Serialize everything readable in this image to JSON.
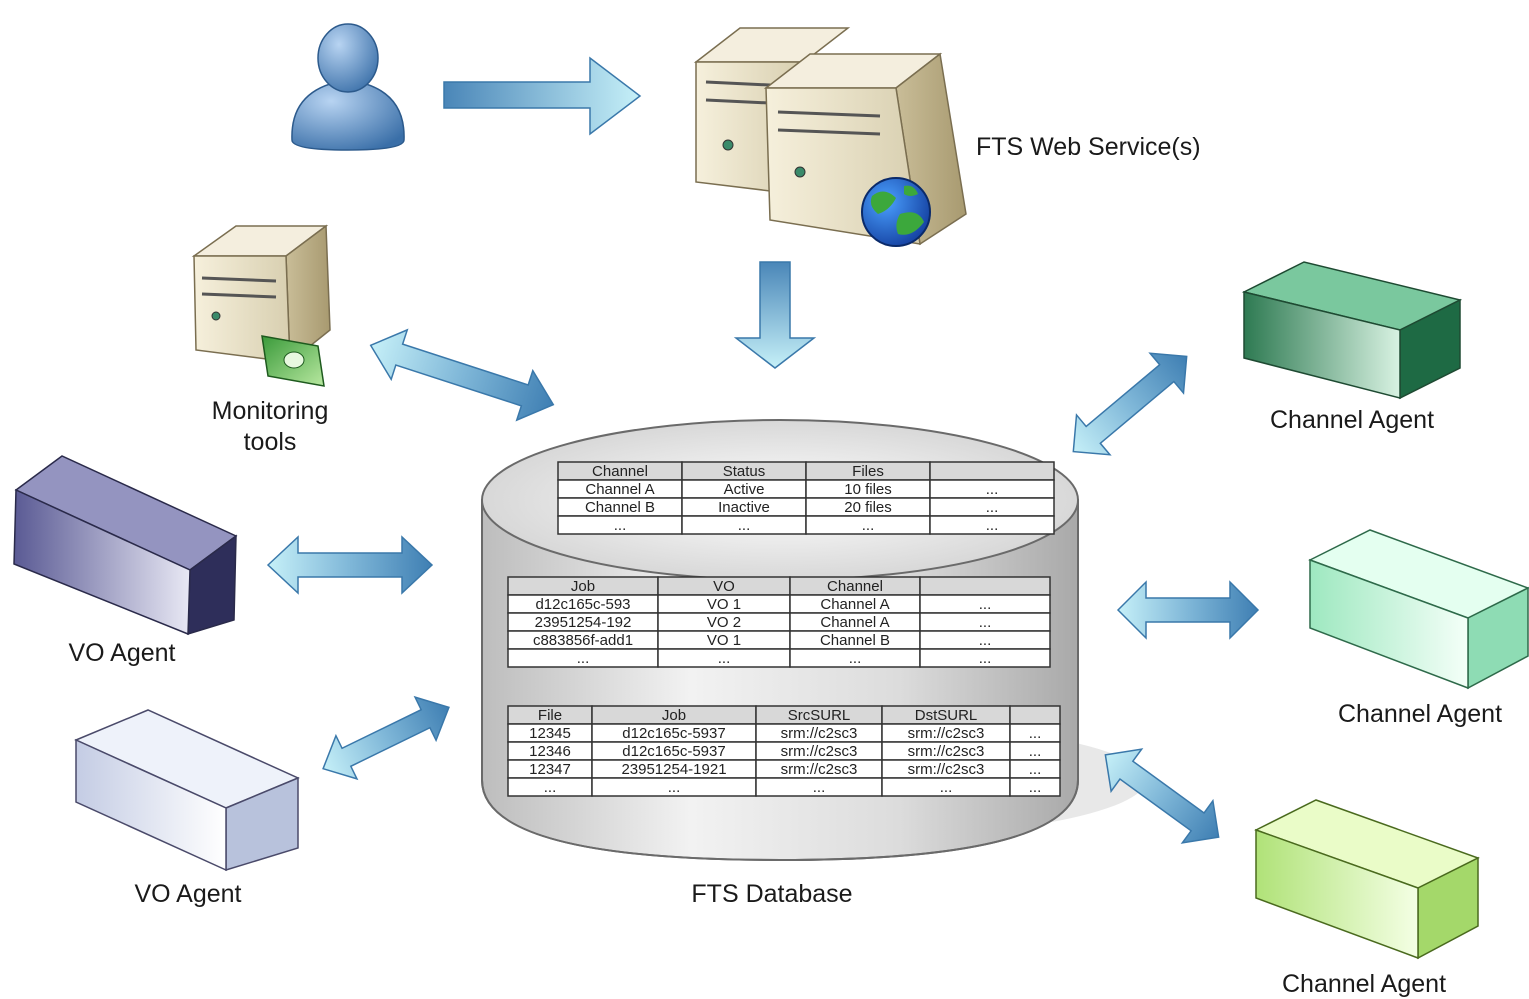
{
  "labels": {
    "web_service": "FTS Web Service(s)",
    "monitoring_line1": "Monitoring",
    "monitoring_line2": "tools",
    "database": "FTS Database",
    "vo_agent_1": "VO Agent",
    "vo_agent_2": "VO Agent",
    "channel_agent_1": "Channel Agent",
    "channel_agent_2": "Channel Agent",
    "channel_agent_3": "Channel Agent"
  },
  "tables": {
    "channels": {
      "headers": [
        "Channel",
        "Status",
        "Files",
        ""
      ],
      "rows": [
        [
          "Channel A",
          "Active",
          "10 files",
          "..."
        ],
        [
          "Channel B",
          "Inactive",
          "20 files",
          "..."
        ],
        [
          "...",
          "...",
          "...",
          "..."
        ]
      ]
    },
    "jobs": {
      "headers": [
        "Job",
        "VO",
        "Channel",
        ""
      ],
      "rows": [
        [
          "d12c165c-593",
          "VO 1",
          "Channel A",
          "..."
        ],
        [
          "23951254-192",
          "VO 2",
          "Channel A",
          "..."
        ],
        [
          "c883856f-add1",
          "VO 1",
          "Channel B",
          "..."
        ],
        [
          "...",
          "...",
          "...",
          "..."
        ]
      ]
    },
    "files": {
      "headers": [
        "File",
        "Job",
        "SrcSURL",
        "DstSURL",
        ""
      ],
      "rows": [
        [
          "12345",
          "d12c165c-5937",
          "srm://c2sc3",
          "srm://c2sc3",
          "..."
        ],
        [
          "12346",
          "d12c165c-5937",
          "srm://c2sc3",
          "srm://c2sc3",
          "..."
        ],
        [
          "12347",
          "23951254-1921",
          "srm://c2sc3",
          "srm://c2sc3",
          "..."
        ],
        [
          "...",
          "...",
          "...",
          "...",
          "..."
        ]
      ]
    }
  },
  "colors": {
    "arrow_dark": "#4a86b8",
    "arrow_light": "#bfeaf5",
    "server_body": "#ece4cc",
    "vo_agent_dark": "#3a3a6e",
    "vo_agent_light": "#d4dcec",
    "channel_agent_dark": "#2e8a5e",
    "channel_agent_mid": "#b4efcf",
    "channel_agent_light": "#c4ee8c"
  },
  "icons": [
    "user-icon",
    "server-icon",
    "globe-icon",
    "money-icon"
  ]
}
